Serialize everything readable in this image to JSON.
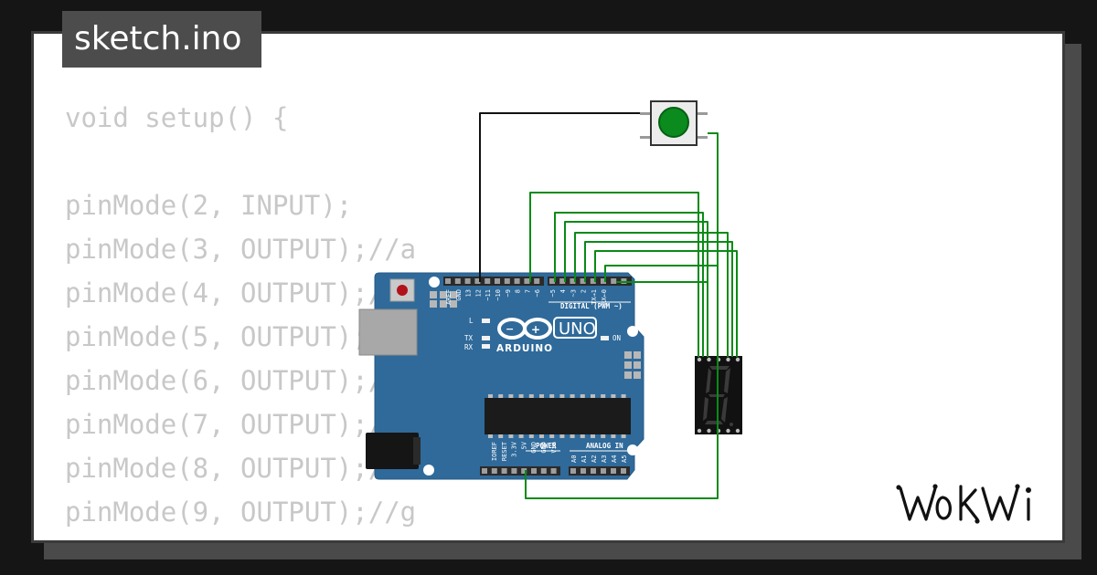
{
  "file_tab": {
    "label": "sketch.ino"
  },
  "code": {
    "lines": [
      "void setup() {",
      "",
      "pinMode(2, INPUT);",
      "pinMode(3, OUTPUT);//a",
      "pinMode(4, OUTPUT);//b",
      "pinMode(5, OUTPUT);//c",
      "pinMode(6, OUTPUT);//d",
      "pinMode(7, OUTPUT);//e",
      "pinMode(8, OUTPUT);//f",
      "pinMode(9, OUTPUT);//g",
      "}"
    ]
  },
  "arduino": {
    "brand": "ARDUINO",
    "model": "UNO",
    "digital_label": "DIGITAL (PWM ~)",
    "power_label": "POWER",
    "analog_label": "ANALOG IN",
    "led_l": "L",
    "led_tx": "TX",
    "led_rx": "RX",
    "led_on": "ON",
    "top_pins": [
      "AREF",
      "GND",
      "13",
      "12",
      "~11",
      "~10",
      "~9",
      "8",
      "7",
      "~6",
      "~5",
      "4",
      "~3",
      "2",
      "TX→1",
      "RX←0"
    ],
    "power_pins": [
      "IOREF",
      "RESET",
      "3.3V",
      "5V",
      "GND",
      "GND",
      "Vin"
    ],
    "analog_pins": [
      "A0",
      "A1",
      "A2",
      "A3",
      "A4",
      "A5"
    ]
  },
  "colors": {
    "board": "#2f6a9a",
    "wire_signal": "#0a8a17",
    "wire_gnd": "#111111",
    "button": "#0b8a1d",
    "code_text": "#c8c8c8"
  },
  "icons": {
    "logo": "wokwi-logo"
  }
}
